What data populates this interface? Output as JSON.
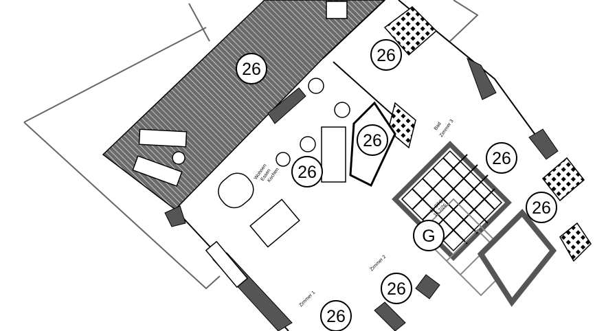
{
  "plan": {
    "unit_markers": [
      "26",
      "26",
      "26",
      "26",
      "26",
      "26",
      "26",
      "26"
    ],
    "garage_marker": "G",
    "rooms": {
      "living": [
        "Wohnen",
        "Essen",
        "Kochen"
      ],
      "bath": "Bad",
      "room3": "Zimmer 3",
      "room2": "Zimmer 2",
      "room1": "Zimmer 1",
      "stairs": [
        "15 STG",
        "16,7/26"
      ]
    },
    "colors": {
      "wall": "#555555",
      "terrace": "#6b6b6b",
      "line": "#000000"
    }
  }
}
